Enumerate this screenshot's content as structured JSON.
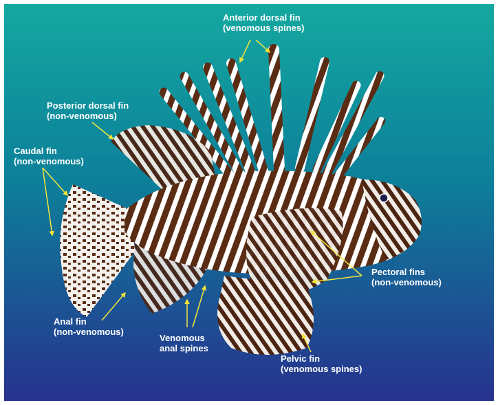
{
  "colors": {
    "water_top": "#14a8a0",
    "water_bottom": "#27328e",
    "stripe_dark": "#5a2c14",
    "stripe_white": "#ffffff",
    "fin_ray_blue": "#b7c8e4",
    "arrow": "#f5e63a",
    "eye": "#1b1a4a"
  },
  "labels": {
    "anterior_dorsal": {
      "title": "Anterior dorsal fin",
      "note": "(venomous spines)"
    },
    "posterior_dorsal": {
      "title": "Posterior dorsal fin",
      "note": "(non-venomous)"
    },
    "caudal": {
      "title": "Caudal fin",
      "note": "(non-venomous)"
    },
    "pectoral": {
      "title": "Pectoral fins",
      "note": "(non-venomous)"
    },
    "anal": {
      "title": "Anal fin",
      "note": "(non-venomous)"
    },
    "venomous_anal": {
      "title": "Venomous",
      "note": "anal spines"
    },
    "pelvic": {
      "title": "Pelvic fin",
      "note": "(venomous spines)"
    }
  }
}
